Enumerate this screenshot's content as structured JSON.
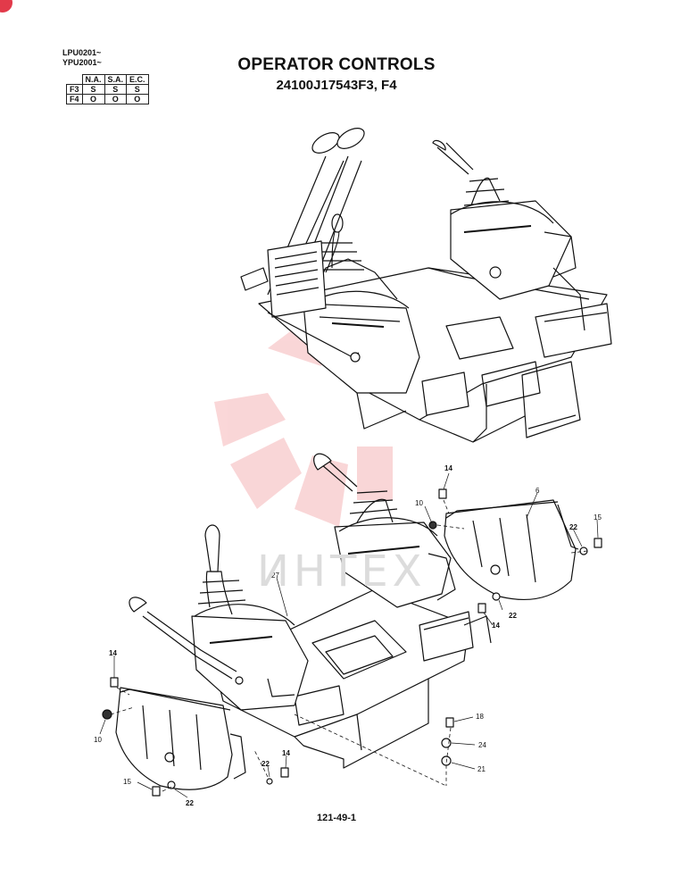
{
  "header": {
    "model_codes": [
      "LPU0201~",
      "YPU2001~"
    ],
    "title": "OPERATOR CONTROLS",
    "subtitle": "24100J17543F3, F4"
  },
  "applicability_table": {
    "columns": [
      "N.A.",
      "S.A.",
      "E.C."
    ],
    "rows": [
      {
        "label": "F3",
        "values": [
          "S",
          "S",
          "S"
        ]
      },
      {
        "label": "F4",
        "values": [
          "O",
          "O",
          "O"
        ]
      }
    ]
  },
  "watermark": {
    "text": "ИНТЕХ",
    "color": "#e8474f"
  },
  "callouts": {
    "c14a": "14",
    "c10a": "10",
    "c6": "6",
    "c22a": "22",
    "c15a": "15",
    "c27": "27",
    "c22b": "22",
    "c14b": "14",
    "c14c": "14",
    "c10b": "10",
    "c15b": "15",
    "c22c": "22",
    "c22d": "22",
    "c14d": "14",
    "c18": "18",
    "c24": "24",
    "c21": "21"
  },
  "footer": {
    "page_number": "121-49-1"
  }
}
